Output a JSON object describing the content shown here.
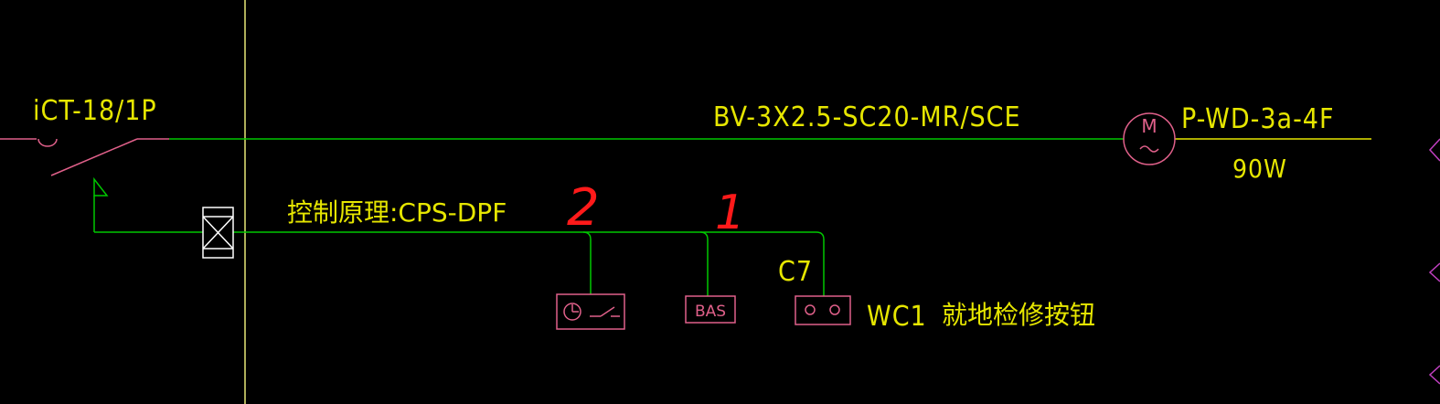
{
  "breaker": {
    "label": "iCT-18/1P"
  },
  "main_cable": {
    "label": "BV-3X2.5-SC20-MR/SCE"
  },
  "motor": {
    "symbol": "M",
    "tag": "P-WD-3a-4F",
    "power": "90W"
  },
  "control": {
    "label": "控制原理:CPS-DPF"
  },
  "annotations": {
    "mark_2": "2",
    "mark_1": "1"
  },
  "devices": {
    "bas": {
      "label": "BAS"
    },
    "c7": {
      "label": "C7"
    },
    "wc1": {
      "code": "WC1",
      "desc": "就地检修按钮"
    }
  },
  "colors": {
    "background": "#000000",
    "wire": "#00c800",
    "text": "#e6e600",
    "symbol": "#e0608a",
    "guide": "#e8e878",
    "markup": "#ff1a1a",
    "white": "#ffffff",
    "edge_markers": "#c040c0"
  }
}
